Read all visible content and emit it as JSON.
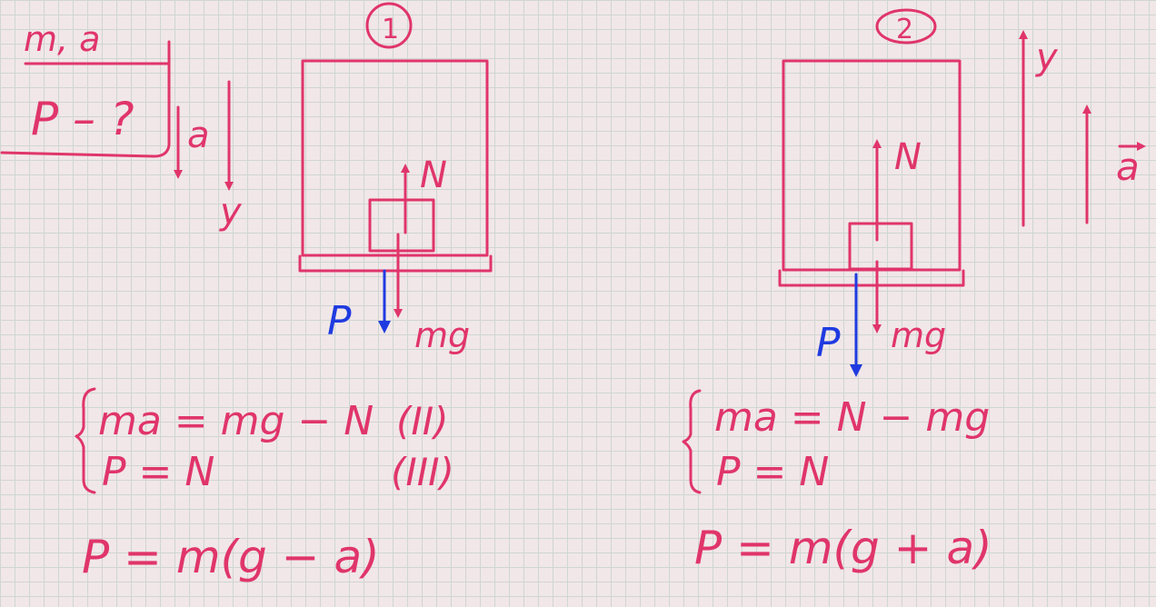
{
  "colors": {
    "ink": "#e0356a",
    "blue": "#1f3be0",
    "grid": "#cfd6d2",
    "paper": "#f1e7e8"
  },
  "given": {
    "vars": "m, a",
    "find": "P – ?"
  },
  "axis_left": {
    "accel": "a",
    "y": "y"
  },
  "case1": {
    "number": "1",
    "force_normal": "N",
    "force_gravity": "mg",
    "force_weight": "P",
    "eq1": "ma = mg − N",
    "eq1_tag": "(II)",
    "eq2": "P = N",
    "eq2_tag": "(III)",
    "result": "P = m(g − a)"
  },
  "case2": {
    "number": "2",
    "force_normal": "N",
    "force_gravity": "mg",
    "force_weight": "P",
    "axis_y": "y",
    "accel": "a",
    "eq1": "ma = N − mg",
    "eq2": "P = N",
    "result": "P = m(g + a)"
  }
}
